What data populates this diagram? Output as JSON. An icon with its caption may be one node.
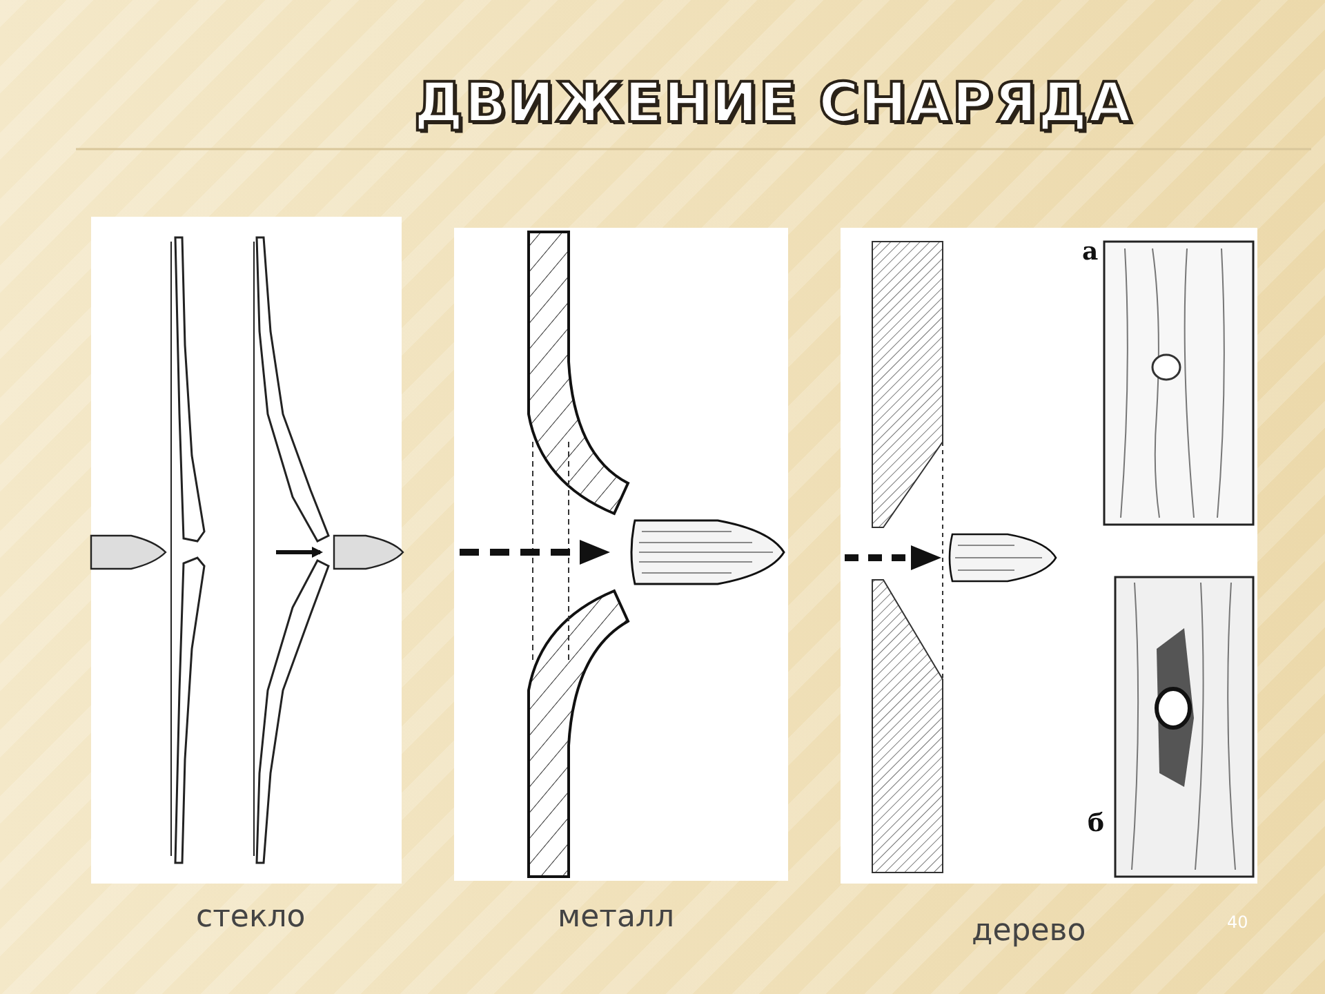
{
  "diagram": {
    "title": "ДВИЖЕНИЕ СНАРЯДА",
    "labels": [
      "а",
      "б",
      "стекло",
      "металл",
      "дерево",
      "40"
    ]
  }
}
